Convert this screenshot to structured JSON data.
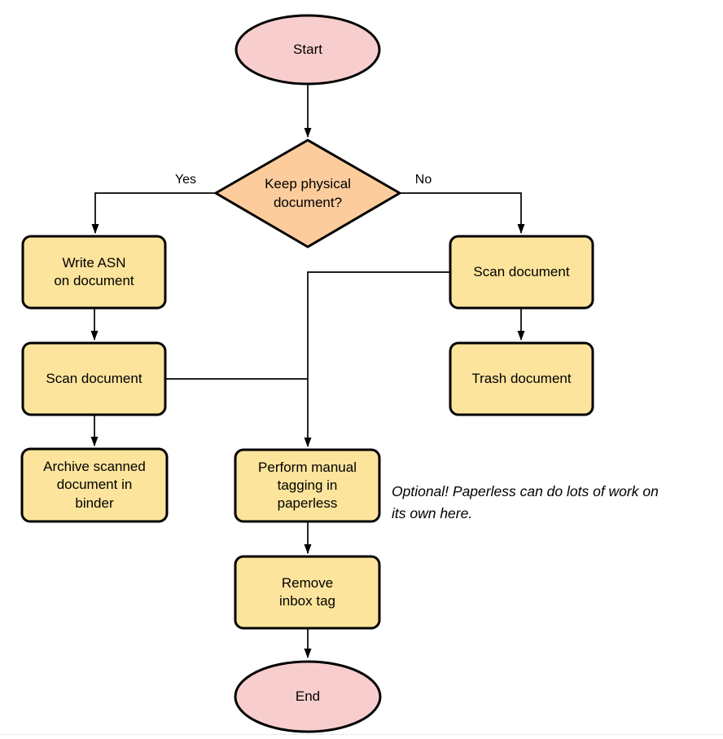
{
  "diagram": {
    "kind": "flowchart",
    "subject": "paperless document intake workflow"
  },
  "colors": {
    "background": "#ffffff",
    "stroke": "#000000",
    "text": "#000000",
    "node_pink": "#f7cecd",
    "node_orange": "#fccc9d",
    "node_yellow": "#fce49c",
    "bottom_divider": "#ececec"
  },
  "nodes": {
    "start": {
      "type": "terminator",
      "label": "Start"
    },
    "decision": {
      "type": "decision",
      "label": "Keep physical\ndocument?"
    },
    "write_asn": {
      "type": "process",
      "label": "Write ASN\non document"
    },
    "scan_left": {
      "type": "process",
      "label": "Scan document"
    },
    "archive": {
      "type": "process",
      "label": "Archive scanned\ndocument in\nbinder"
    },
    "scan_right": {
      "type": "process",
      "label": "Scan document"
    },
    "trash": {
      "type": "process",
      "label": "Trash document"
    },
    "tagging": {
      "type": "process",
      "label": "Perform manual\ntagging in\npaperless"
    },
    "remove_inbox": {
      "type": "process",
      "label": "Remove\ninbox tag"
    },
    "end": {
      "type": "terminator",
      "label": "End"
    }
  },
  "edge_labels": {
    "yes": "Yes",
    "no": "No"
  },
  "edges": [
    {
      "from": "start",
      "to": "decision",
      "label": ""
    },
    {
      "from": "decision",
      "to": "write_asn",
      "label": "Yes"
    },
    {
      "from": "decision",
      "to": "scan_right",
      "label": "No"
    },
    {
      "from": "write_asn",
      "to": "scan_left",
      "label": ""
    },
    {
      "from": "scan_left",
      "to": "archive",
      "label": ""
    },
    {
      "from": "scan_left",
      "to": "tagging",
      "label": ""
    },
    {
      "from": "scan_right",
      "to": "trash",
      "label": ""
    },
    {
      "from": "scan_right",
      "to": "tagging",
      "label": ""
    },
    {
      "from": "tagging",
      "to": "remove_inbox",
      "label": ""
    },
    {
      "from": "remove_inbox",
      "to": "end",
      "label": ""
    }
  ],
  "annotation": {
    "text": "Optional! Paperless can do lots of work on\nits own here."
  }
}
